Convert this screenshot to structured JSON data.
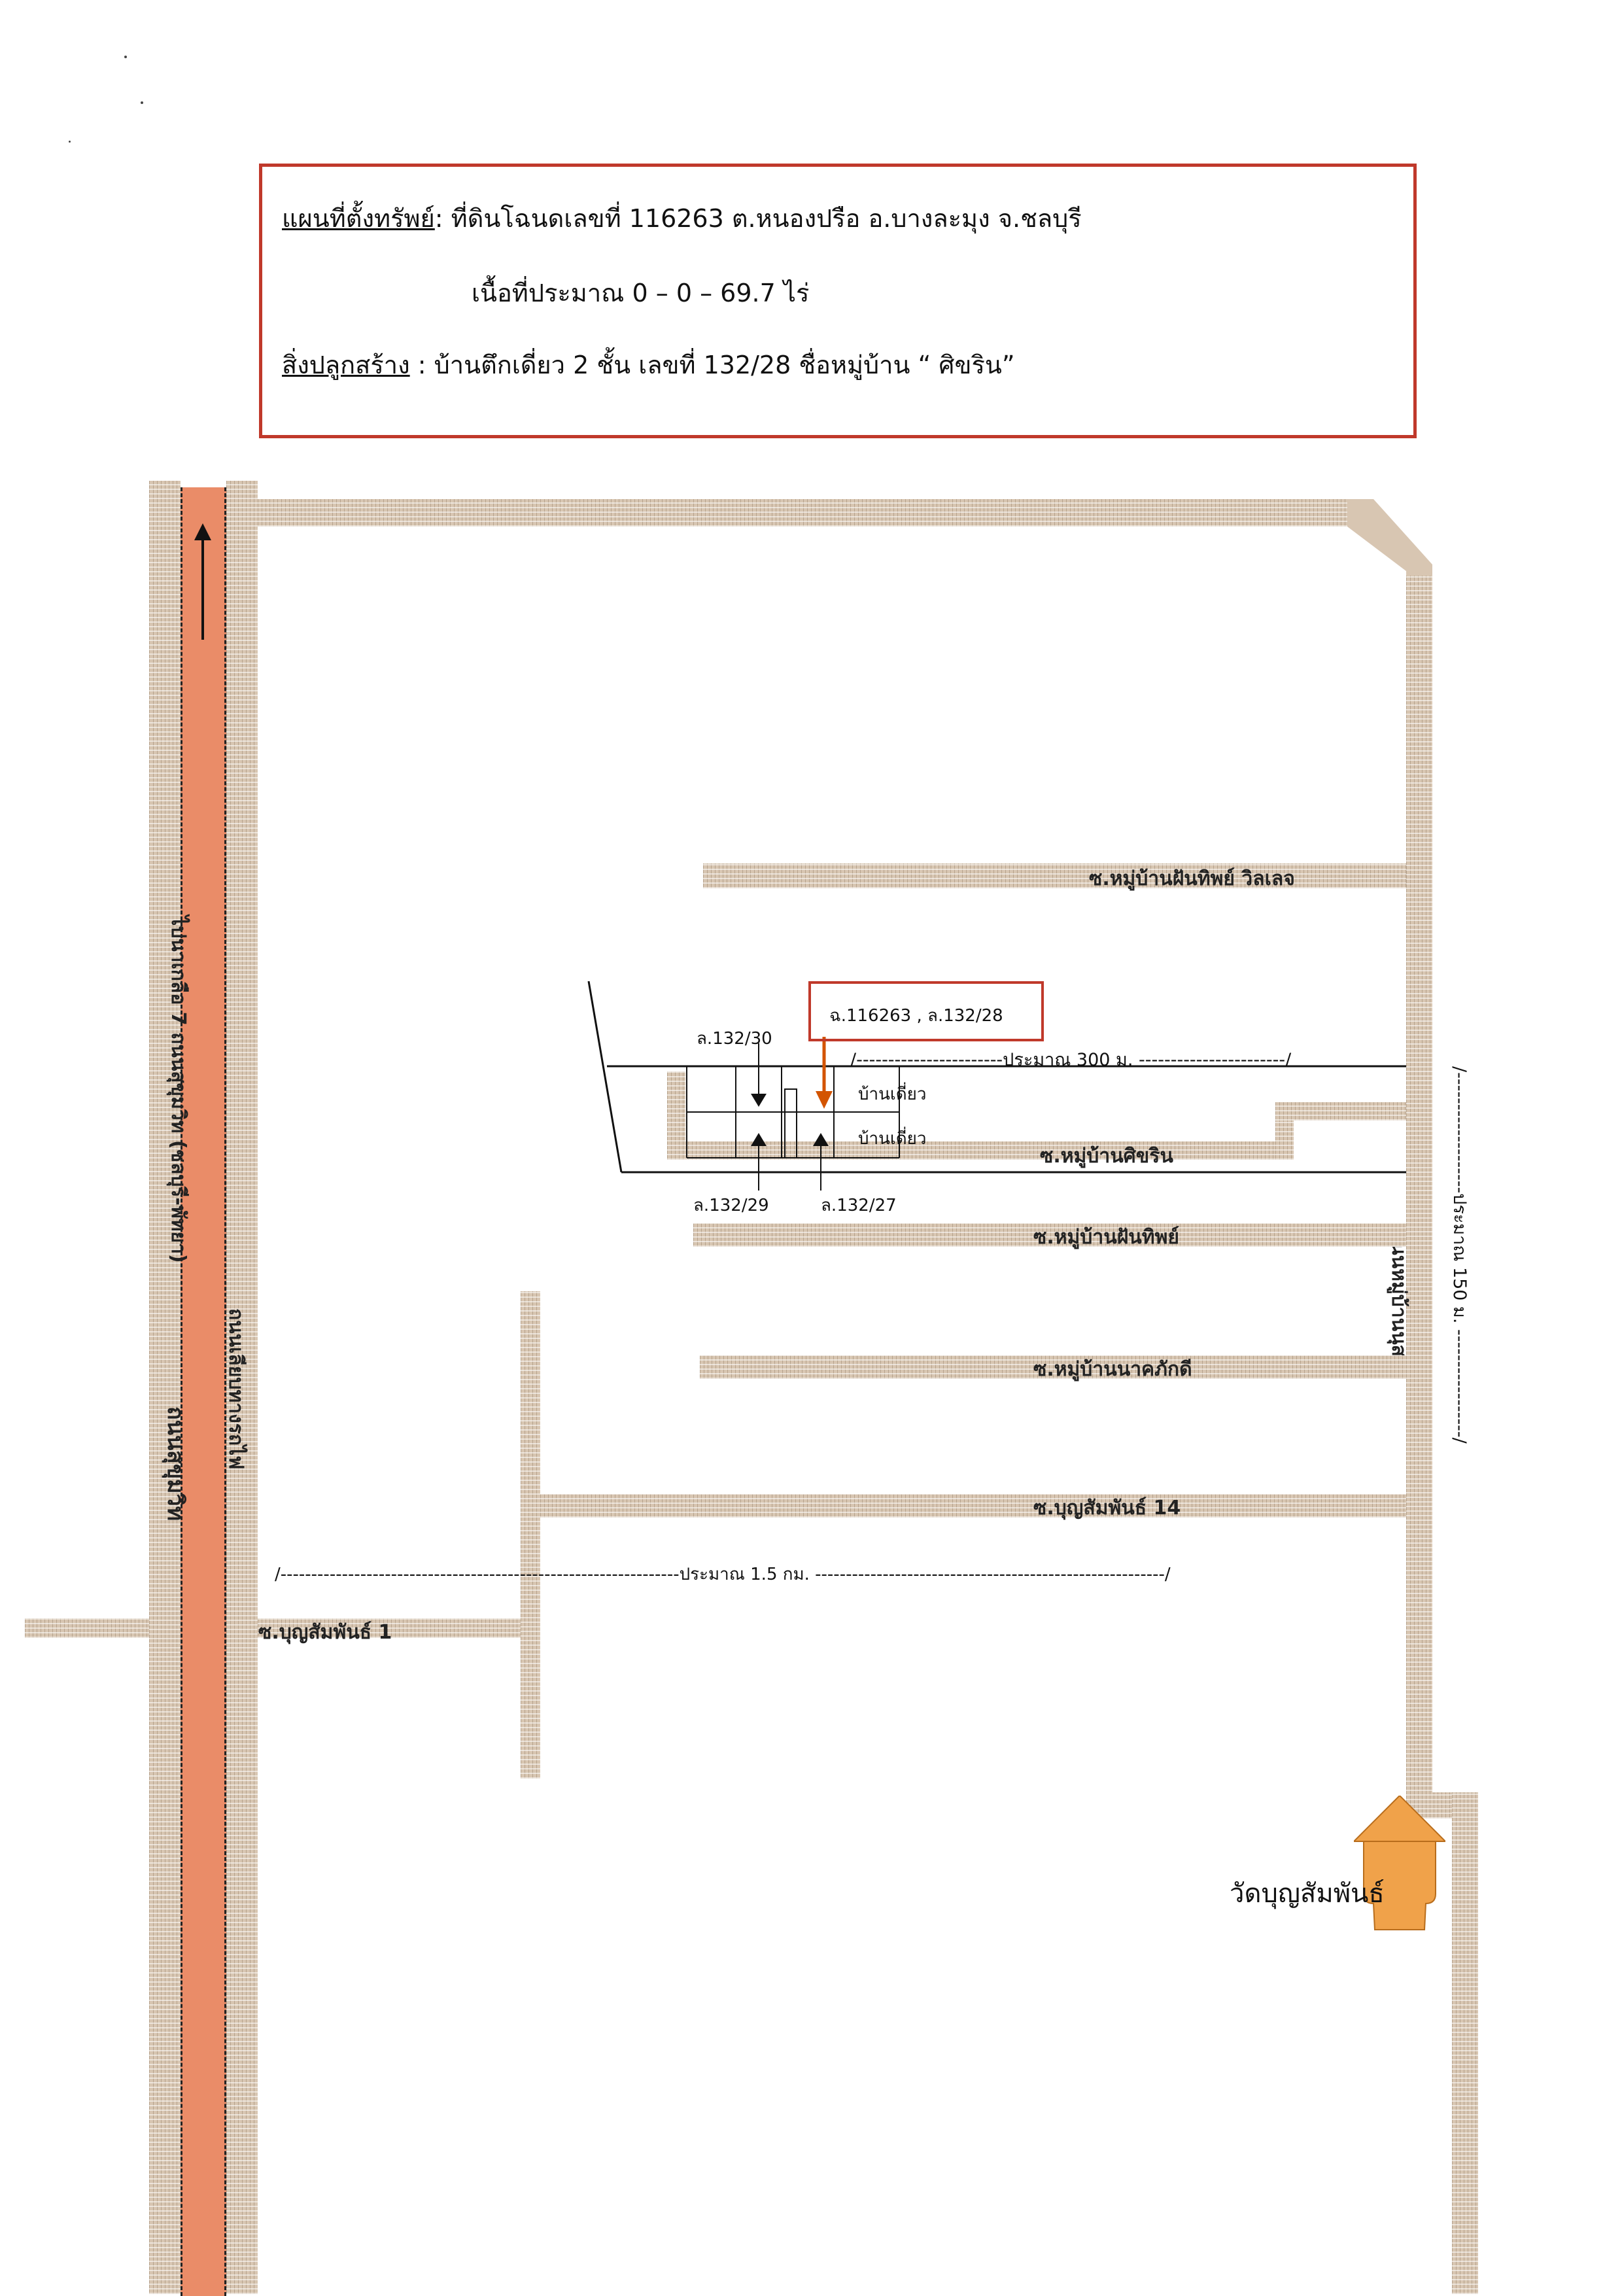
{
  "header": {
    "line1_label": "แผนที่ตั้งทรัพย์",
    "line1_text": ": ที่ดินโฉนดเลขที่ 116263  ต.หนองปรือ   อ.บางละมุง   จ.ชลบุรี",
    "line2_text": "เนื้อที่ประมาณ 0 – 0 – 69.7  ไร่",
    "line3_label": "สิ่งปลูกสร้าง",
    "line3_text": " :  บ้านตึกเดี่ยว 2 ชั้น เลขที่ 132/28 ชื่อหมู่บ้าน “ ศิขริน”"
  },
  "roads": {
    "main_road": "ถนนสุขุมวิท",
    "main_road_direction": "ไปนาเกลือ 7 ถนนสุขุมวิท (ชลบุรี-พัทยา)",
    "side_road_left": "ถนนเลียบทางรถไฟ",
    "right_road": "ถนนหมู่บ้านนุสรา",
    "soi_phanthip_village": "ซ.หมู่บ้านฝันทิพย์ วิลเลจ",
    "soi_sikharin": "ซ.หมู่บ้านศิขริน",
    "soi_phanthip": "ซ.หมู่บ้านฝันทิพย์",
    "soi_nakhapakdee": "ซ.หมู่บ้านนาคภักดี",
    "soi_boonsamphan14": "ซ.บุญสัมพันธ์ 14",
    "soi_boonsamphan1": "ซ.บุญสัมพันธ์ 1"
  },
  "subject": {
    "callout": "ฉ.116263 , ล.132/28",
    "house_top": "บ้านเดี่ยว",
    "house_bottom": "บ้านเดี่ยว",
    "lot_130": "ล.132/30",
    "lot_129": "ล.132/29",
    "lot_127": "ล.132/27"
  },
  "measurements": {
    "approx_300": "/-----------------------ประมาณ 300 ม. -----------------------/",
    "approx_1_5": "/-----------------------------------------------------------------ประมาณ 1.5 กม. ---------------------------------------------------------/",
    "approx_150": "/-------------------ประมาณ 150 ม. -----------------/"
  },
  "landmarks": {
    "temple": "วัดบุญสัมพันธ์"
  },
  "colors": {
    "border_red": "#c0392b",
    "main_road": "#ea8c68",
    "road_beige": "#d8c6b2",
    "temple": "#f0a24a"
  }
}
